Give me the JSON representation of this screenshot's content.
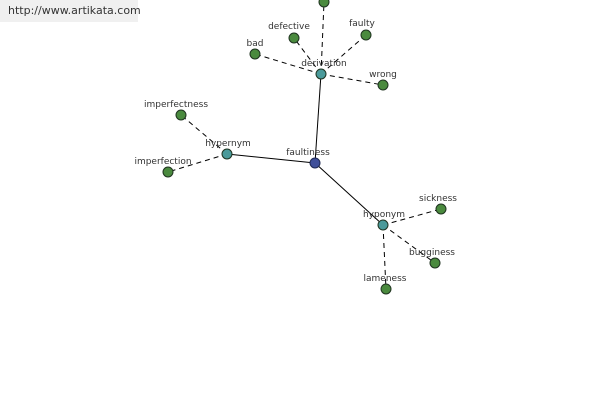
{
  "source_link": "http://www.artikata.com",
  "graph": {
    "center": "faultiness",
    "relation_nodes": [
      "derivation",
      "hypernym",
      "hyponym"
    ],
    "leaf_nodes": {
      "derivation": [
        "bad",
        "defective",
        "faulty",
        "wrong"
      ],
      "hypernym": [
        "imperfectness",
        "imperfection"
      ],
      "hyponym": [
        "sickness",
        "bugginess",
        "lameness"
      ]
    }
  },
  "colors": {
    "center_node": "#3f4f9a",
    "relation_node": "#4a9a9a",
    "leaf_node": "#4a8a3e",
    "node_stroke": "#1f3320",
    "edge": "#000000",
    "label": "#333333"
  }
}
